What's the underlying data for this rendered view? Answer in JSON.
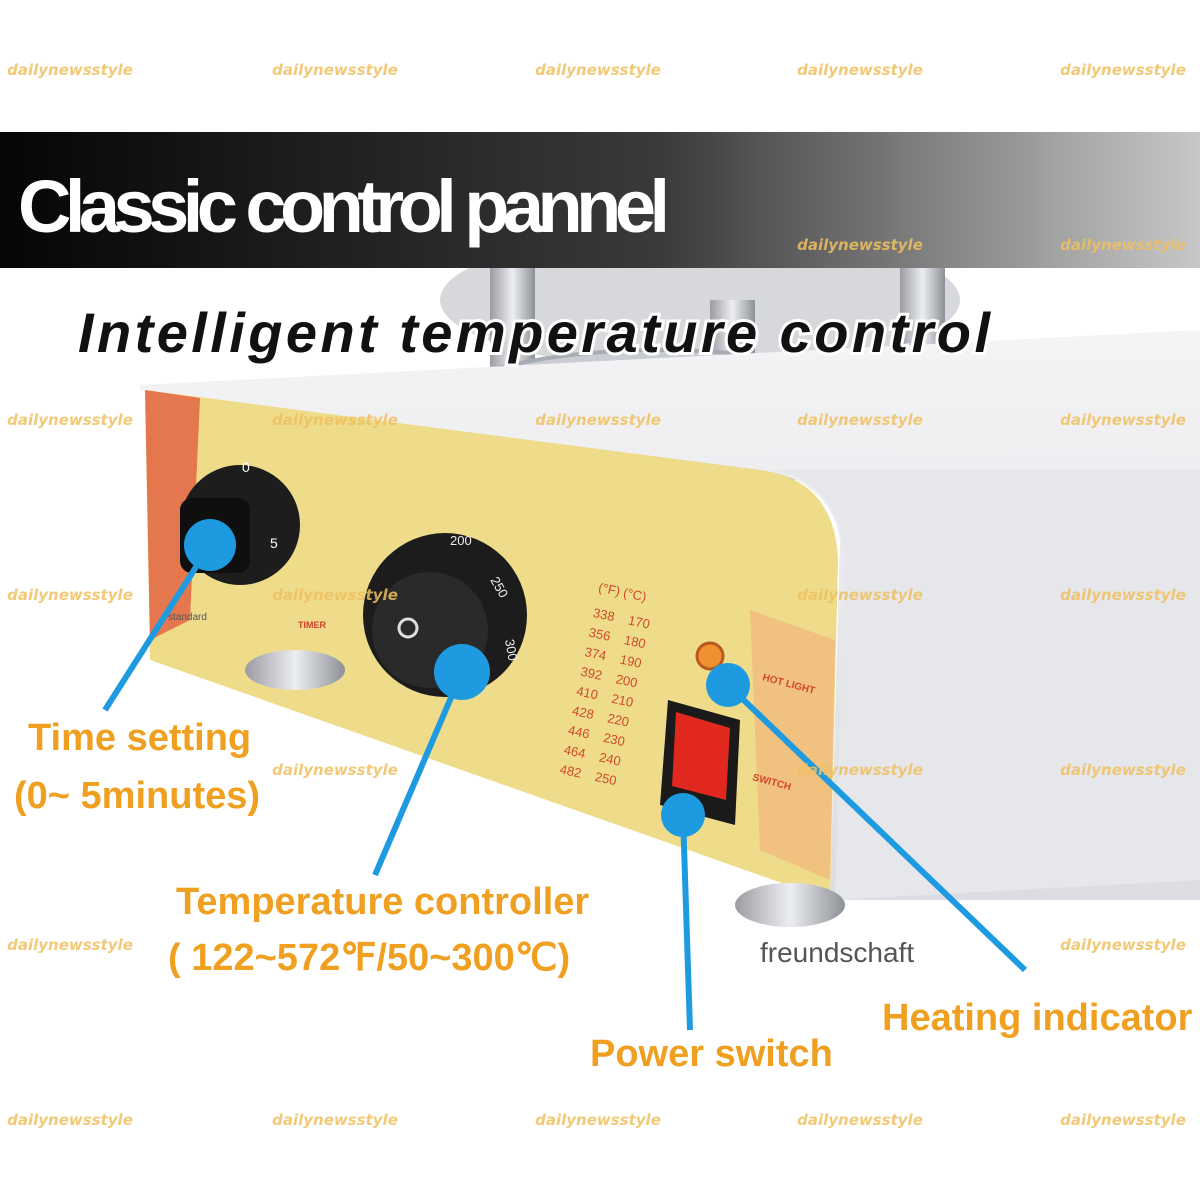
{
  "banner": {
    "title": "Classic control pannel"
  },
  "headline": "Intelligent temperature control",
  "watermark": "dailynewsstyle",
  "overlay_watermark": "freundschaft",
  "panel": {
    "timer_label": "TIMER",
    "timer_marks": [
      "0",
      "5"
    ],
    "temp_dial_marks": [
      "200",
      "250",
      "300"
    ],
    "brand_text": "standard",
    "table_header": "(°F) (°C)",
    "table_rows": [
      [
        "338",
        "170"
      ],
      [
        "356",
        "180"
      ],
      [
        "374",
        "190"
      ],
      [
        "392",
        "200"
      ],
      [
        "410",
        "210"
      ],
      [
        "428",
        "220"
      ],
      [
        "446",
        "230"
      ],
      [
        "464",
        "240"
      ],
      [
        "482",
        "250"
      ]
    ],
    "hot_light_label": "HOT LIGHT",
    "switch_label": "SWITCH"
  },
  "callouts": {
    "time_setting": {
      "line1": "Time setting",
      "line2": "(0~ 5minutes)"
    },
    "temperature_controller": {
      "line1": "Temperature controller",
      "line2": "( 122~572℉/50~300℃)"
    },
    "power_switch": "Power switch",
    "heating_indicator": "Heating indicator"
  },
  "colors": {
    "callout_dot": "#1E9BE0",
    "callout_text": "#F0A020",
    "panel": "#EEDC8A",
    "banner_dark": "#0a0a0a"
  }
}
